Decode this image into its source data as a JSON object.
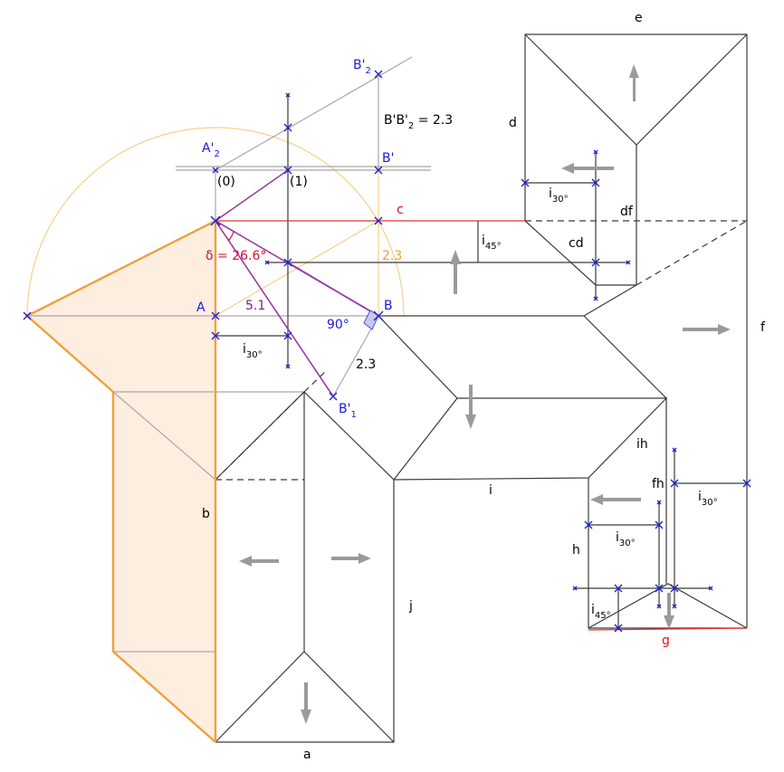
{
  "labels": {
    "e": "e",
    "d": "d",
    "df": "df",
    "cd": "cd",
    "f": "f",
    "c": "c",
    "b": "b",
    "i": "i",
    "ih": "ih",
    "fh": "fh",
    "h": "h",
    "j": "j",
    "g": "g",
    "a": "a",
    "A": "A",
    "B": "B",
    "A2_main": "A'",
    "A2_sub": "2",
    "Bp": "B'",
    "B2_main": "B'",
    "B2_sub": "2",
    "B1_main": "B'",
    "B1_sub": "1",
    "eq_pre": "B'B'",
    "eq_sub": "2",
    "eq_post": " = 2.3",
    "p0": "(0)",
    "p1": "(1)",
    "delta": "δ = 26.6°",
    "len51": "5.1",
    "angle90": "90°",
    "len23_orange": "2.3",
    "len23": "2.3",
    "i30_top_i": "i",
    "i30_top_sub": "30°",
    "i45_top_i": "i",
    "i45_top_sub": "45°",
    "i30_left_i": "i",
    "i30_left_sub": "30°",
    "i30_right_i": "i",
    "i30_right_sub": "30°",
    "i30_bottom_i": "i",
    "i30_bottom_sub": "30°",
    "i45_bottom_i": "i",
    "i45_bottom_sub": "45°"
  },
  "colors": {
    "outline": "#3a3a3a",
    "construction_gray": "#a8a8a8",
    "eave_red": "#e83030",
    "true_length_purple": "#9b3aa6",
    "rabatment_orange": "#f0a040",
    "rabatment_fill": "#fdeee0",
    "arc_yellow": "#f7cf8c",
    "marker_blue": "#2020d0",
    "arrow_gray": "#9a9a9a"
  }
}
